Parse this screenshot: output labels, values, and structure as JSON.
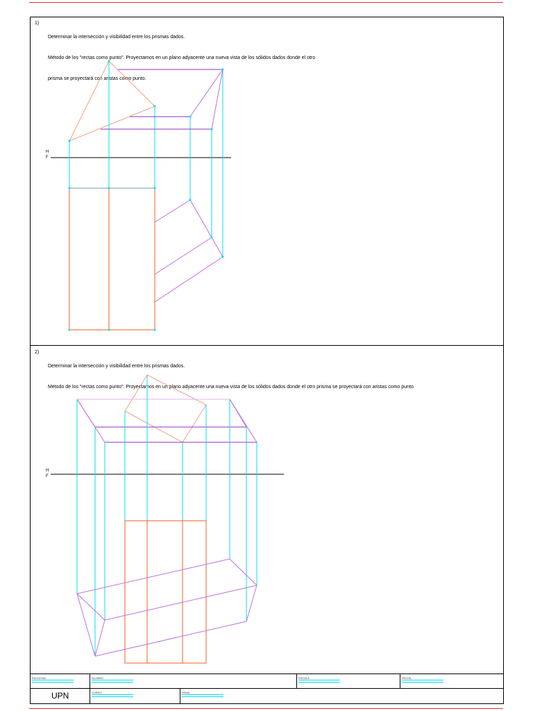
{
  "problem1": {
    "number": "1)",
    "lines": [
      "Determinar la intersección y visibilidad entre los prismas dados.",
      "Método de los \"rectas como punto\". Proyectamos en un plano adyacente una nueva vista de los sólidos dados donde el otro",
      "prisma se proyectará con aristas como punto."
    ],
    "ref_top": "H",
    "ref_bottom": "F"
  },
  "problem2": {
    "number": "2)",
    "lines": [
      "Determinar la intersección y visibilidad entre los prismas dados.",
      "Método de los \"rectas como punto\". Proyectamos en un plano adyacente una nueva vista de los sólidos dados donde el otro prisma se proyectará con aristas como punto."
    ],
    "ref_top": "H",
    "ref_bottom": "F"
  },
  "title_block": {
    "facultad": "FACULTAD",
    "alumno": "ALUMNO",
    "escala": "ESCALA",
    "fecha": "FECHA",
    "curso": "CURSO",
    "tema": "TEMA",
    "logo": "UPN"
  },
  "colors": {
    "cyan": "#00e0f0",
    "orange": "#f06020",
    "salmon": "#f5a080",
    "purple": "#9030c0",
    "violet": "#c070e0",
    "red_rule": "#e03030"
  }
}
